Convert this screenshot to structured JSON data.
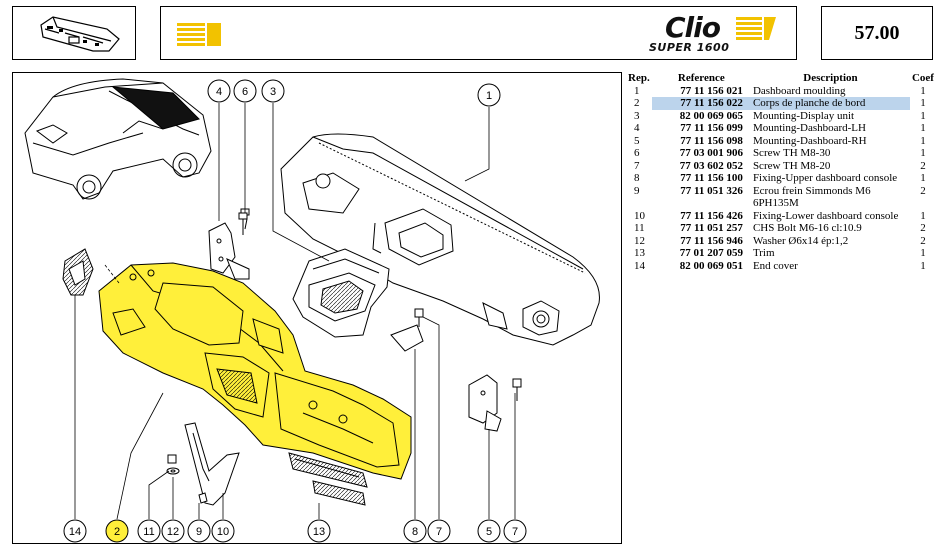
{
  "header": {
    "page_number": "57.00",
    "logo_text": "Clio",
    "logo_subtext": "SUPER 1600"
  },
  "colors": {
    "highlight_yellow": "#ffef3a",
    "selected_row": "#bcd4ec",
    "banner_stripes": "#f2c200"
  },
  "table": {
    "headers": {
      "rep": "Rep.",
      "reference": "Reference",
      "description": "Description",
      "coef": "Coef"
    },
    "rows": [
      {
        "rep": "1",
        "reference": "77 11 156 021",
        "description": "Dashboard moulding",
        "coef": "1"
      },
      {
        "rep": "2",
        "reference": "77 11 156 022",
        "description": "Corps de planche de bord",
        "coef": "1"
      },
      {
        "rep": "3",
        "reference": "82 00 069 065",
        "description": "Mounting-Display unit",
        "coef": "1"
      },
      {
        "rep": "4",
        "reference": "77 11 156 099",
        "description": "Mounting-Dashboard-LH",
        "coef": "1"
      },
      {
        "rep": "5",
        "reference": "77 11 156 098",
        "description": "Mounting-Dashboard-RH",
        "coef": "1"
      },
      {
        "rep": "6",
        "reference": "77 03 001 906",
        "description": "Screw TH M8-30",
        "coef": "1"
      },
      {
        "rep": "7",
        "reference": "77 03 602 052",
        "description": "Screw TH M8-20",
        "coef": "2"
      },
      {
        "rep": "8",
        "reference": "77 11 156 100",
        "description": "Fixing-Upper dashboard console",
        "coef": "1"
      },
      {
        "rep": "9",
        "reference": "77 11 051 326",
        "description": "Ecrou frein Simmonds M6",
        "description2": "6PH135M",
        "coef": "2"
      },
      {
        "rep": "10",
        "reference": "77 11 156 426",
        "description": "Fixing-Lower dashboard console",
        "coef": "1"
      },
      {
        "rep": "11",
        "reference": "77 11 051 257",
        "description": "CHS Bolt M6-16 cl:10.9",
        "coef": "2"
      },
      {
        "rep": "12",
        "reference": "77 11 156 946",
        "description": "Washer Ø6x14 ép:1,2",
        "coef": "2"
      },
      {
        "rep": "13",
        "reference": "77 01 207 059",
        "description": "Trim",
        "coef": "1"
      },
      {
        "rep": "14",
        "reference": "82 00 069 051",
        "description": "End cover",
        "coef": "1"
      }
    ],
    "selected_rep": "2"
  },
  "callouts": {
    "c1": "1",
    "c2": "2",
    "c3": "3",
    "c4": "4",
    "c5": "5",
    "c6": "6",
    "c7a": "7",
    "c7b": "7",
    "c8": "8",
    "c9": "9",
    "c10": "10",
    "c11": "11",
    "c12": "12",
    "c13": "13",
    "c14": "14"
  }
}
